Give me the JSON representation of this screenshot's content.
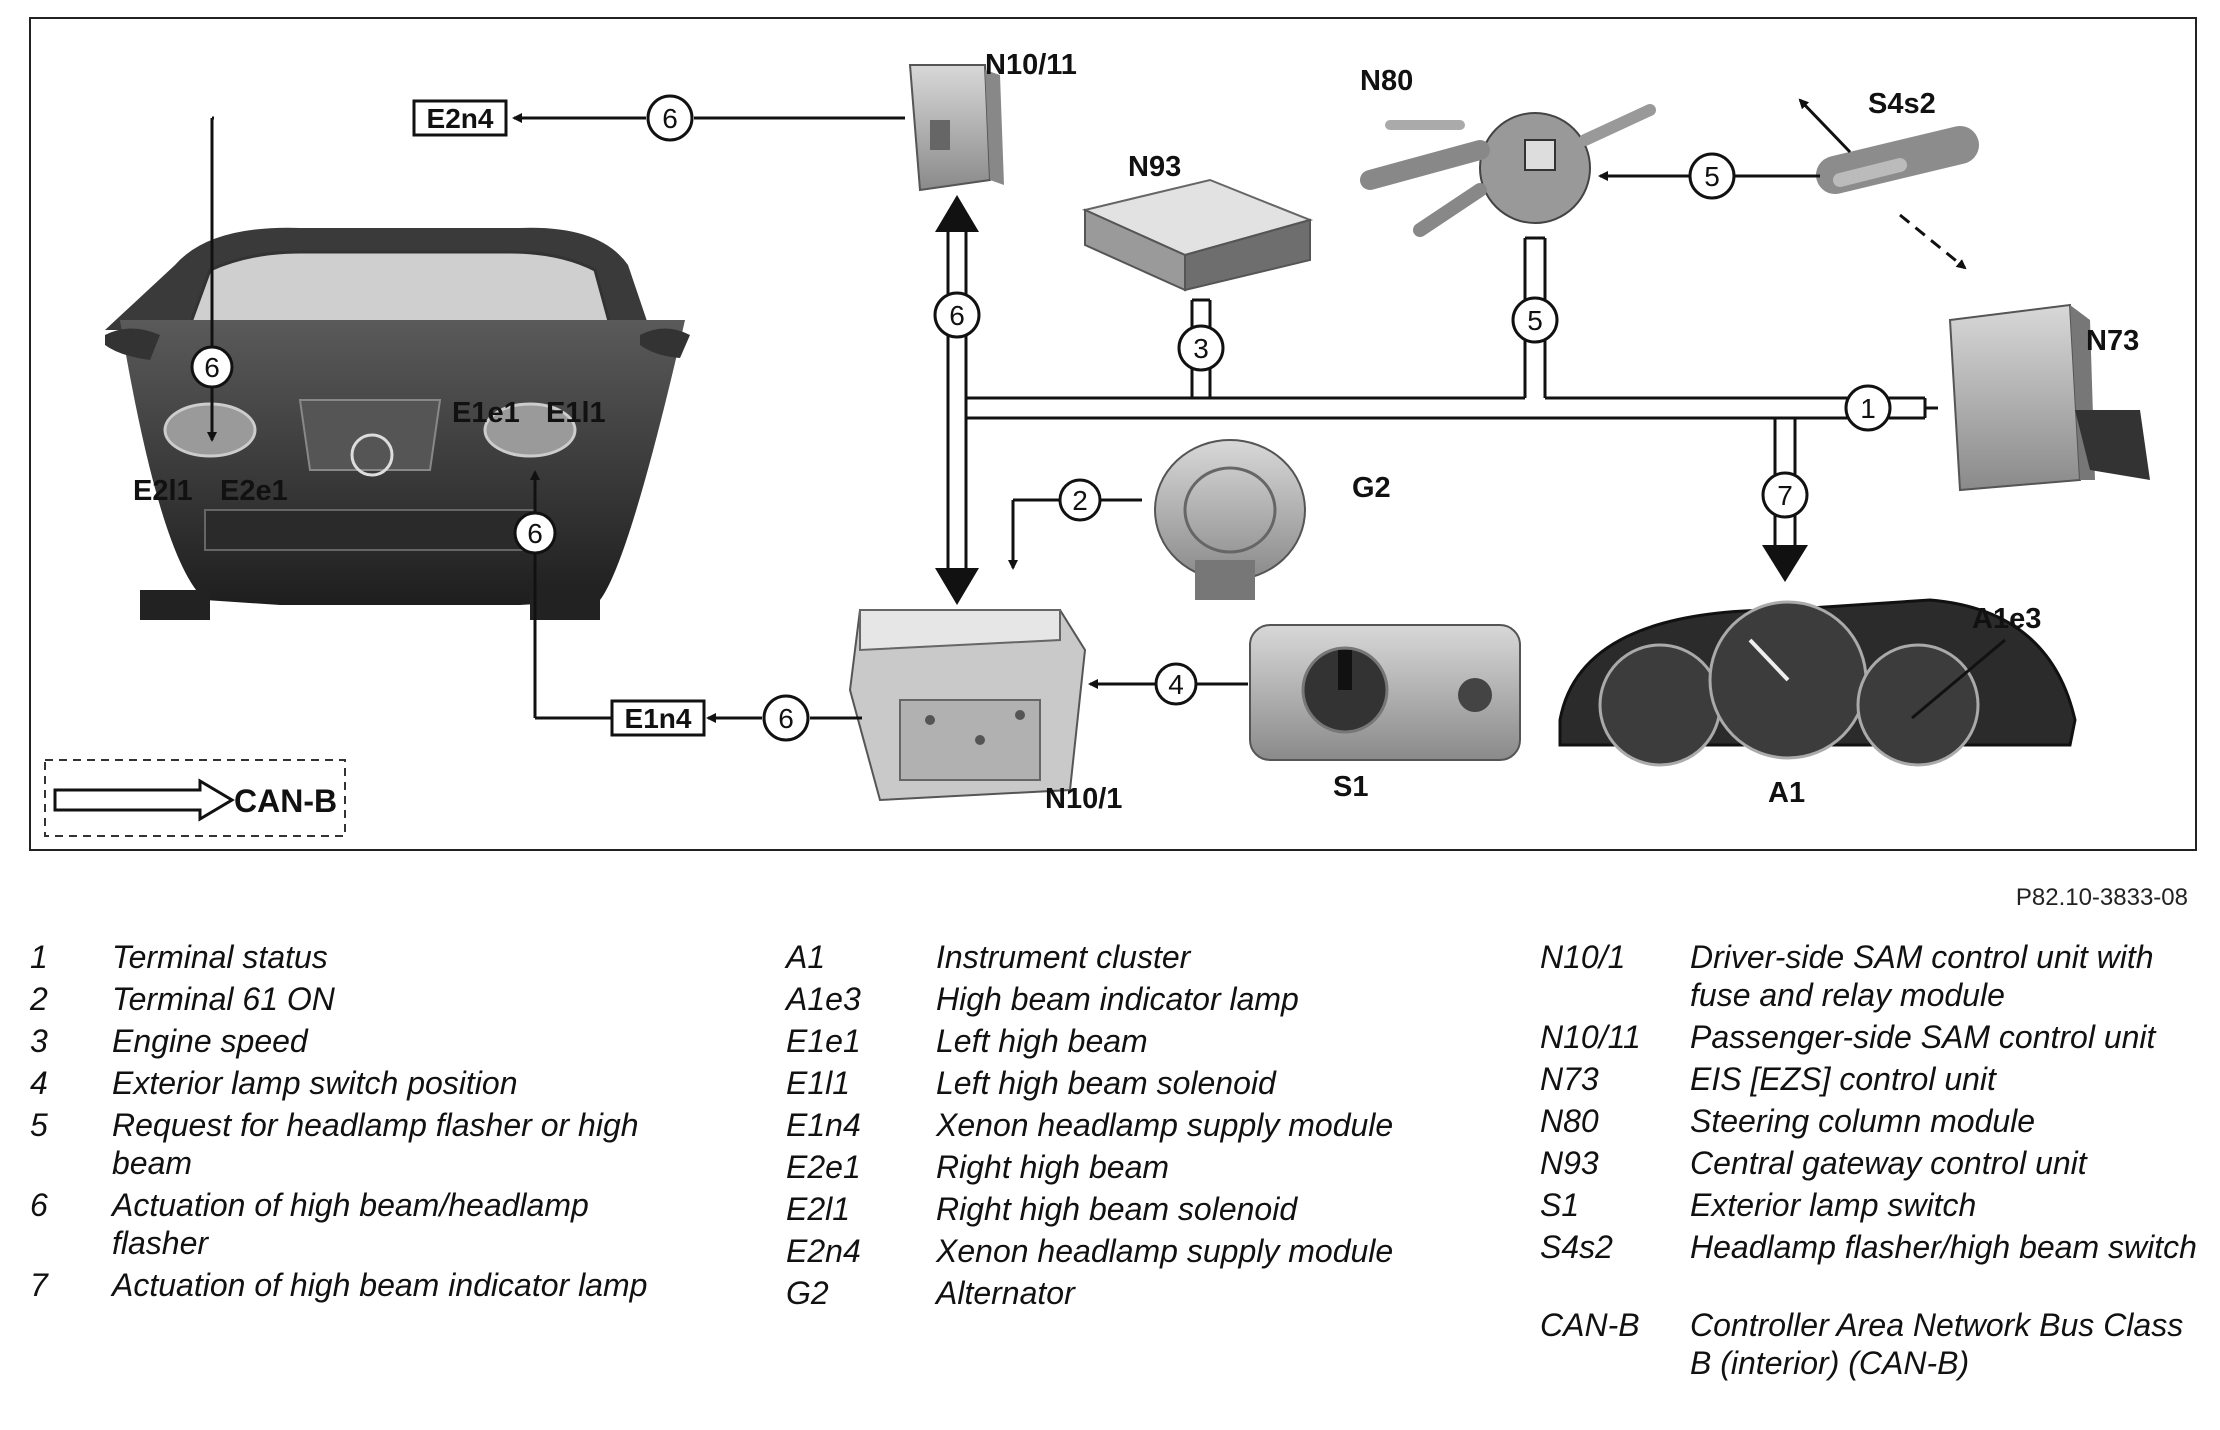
{
  "diagram": {
    "components": {
      "n10_11": "N10/11",
      "n80": "N80",
      "s4s2": "S4s2",
      "n93": "N93",
      "n73": "N73",
      "g2": "G2",
      "a1e3": "A1e3",
      "n10_1": "N10/1",
      "s1": "S1",
      "a1": "A1",
      "e1e1": "E1e1",
      "e1l1": "E1l1",
      "e2l1": "E2l1",
      "e2e1": "E2e1"
    },
    "boxes": {
      "e2n4": "E2n4",
      "e1n4": "E1n4"
    },
    "signals": [
      "1",
      "2",
      "3",
      "4",
      "5",
      "6",
      "7"
    ],
    "can_b_label": "CAN-B"
  },
  "figure_ref": "P82.10-3833-08",
  "legend": {
    "col1": [
      {
        "code": "1",
        "desc": "Terminal status"
      },
      {
        "code": "2",
        "desc": "Terminal 61 ON"
      },
      {
        "code": "3",
        "desc": "Engine speed"
      },
      {
        "code": "4",
        "desc": "Exterior lamp switch position"
      },
      {
        "code": "5",
        "desc": "Request for headlamp flasher or high beam"
      },
      {
        "code": "6",
        "desc": "Actuation of high beam/headlamp flasher"
      },
      {
        "code": "7",
        "desc": "Actuation of high beam indicator lamp"
      }
    ],
    "col2": [
      {
        "code": "A1",
        "desc": "Instrument cluster"
      },
      {
        "code": "A1e3",
        "desc": "High beam indicator lamp"
      },
      {
        "code": "E1e1",
        "desc": "Left high beam"
      },
      {
        "code": "E1l1",
        "desc": "Left high beam solenoid"
      },
      {
        "code": "E1n4",
        "desc": "Xenon headlamp supply module"
      },
      {
        "code": "E2e1",
        "desc": "Right high beam"
      },
      {
        "code": "E2l1",
        "desc": "Right high beam solenoid"
      },
      {
        "code": "E2n4",
        "desc": "Xenon headlamp supply module"
      },
      {
        "code": "G2",
        "desc": "Alternator"
      }
    ],
    "col3": [
      {
        "code": "N10/1",
        "desc": "Driver-side SAM control unit with fuse and relay module"
      },
      {
        "code": "N10/11",
        "desc": "Passenger-side SAM control unit"
      },
      {
        "code": "N73",
        "desc": "EIS [EZS] control unit"
      },
      {
        "code": "N80",
        "desc": "Steering column module"
      },
      {
        "code": "N93",
        "desc": "Central gateway control unit"
      },
      {
        "code": "S1",
        "desc": "Exterior lamp switch"
      },
      {
        "code": "S4s2",
        "desc": "Headlamp flasher/high beam switch"
      }
    ],
    "col3_extra": {
      "code": "CAN-B",
      "desc": "Controller Area Network Bus Class B (interior) (CAN-B)"
    }
  }
}
